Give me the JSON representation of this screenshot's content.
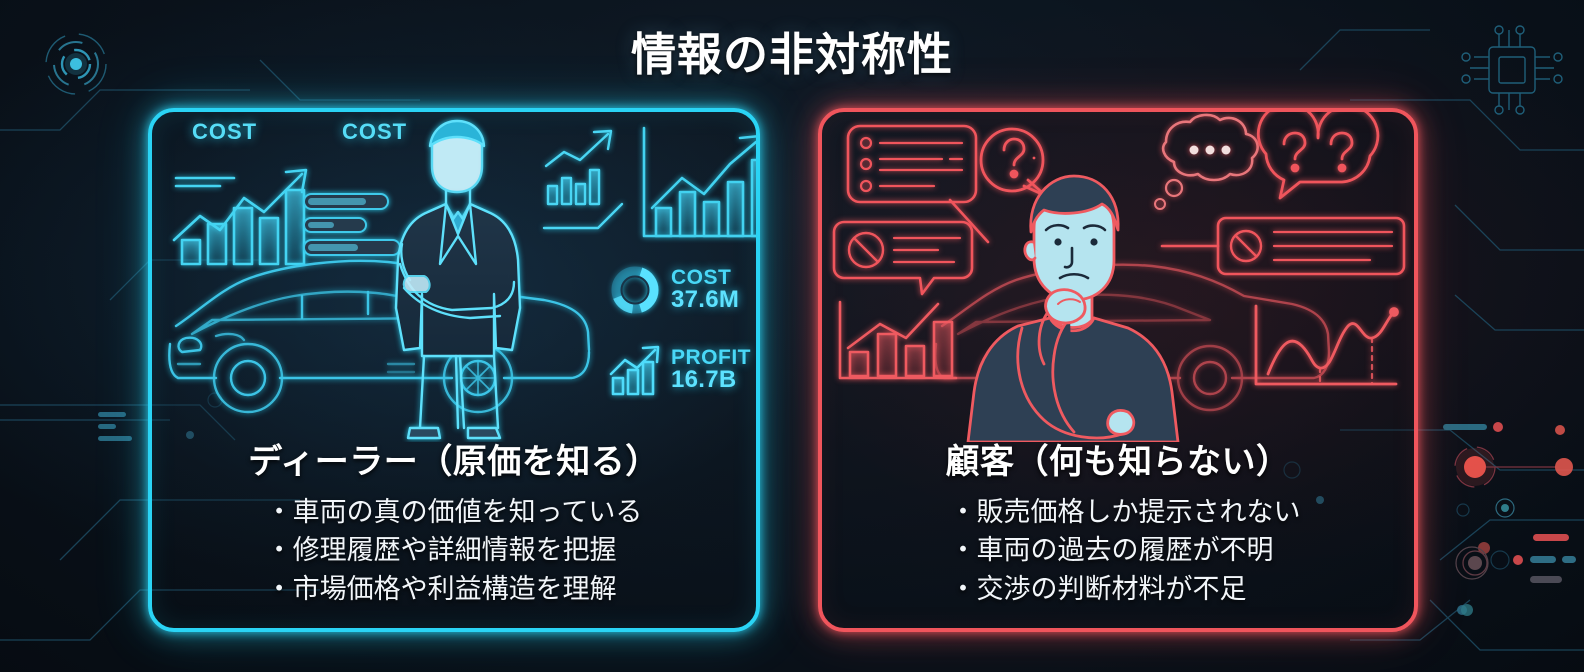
{
  "title": "情報の非対称性",
  "colors": {
    "background": "#0a121b",
    "dealer_accent": "#2ad4f5",
    "customer_accent": "#f0555c",
    "text": "#ffffff"
  },
  "panels": {
    "dealer": {
      "heading": "ディーラー（原価を知る）",
      "bullets": [
        "車両の真の価値を知っている",
        "修理履歴や詳細情報を把握",
        "市場価格や利益構造を理解"
      ],
      "cost_tag_left": "COST",
      "cost_tag_right": "COST",
      "kpis": [
        {
          "icon": "donut-chart-icon",
          "label": "COST",
          "value": "37.6M"
        },
        {
          "icon": "bar-growth-icon",
          "label": "PROFIT",
          "value": "16.7B"
        }
      ],
      "art": [
        "bar-chart-up-arrow-icon",
        "progress-bars-icon",
        "businessman-arms-crossed-icon",
        "car-outline-icon",
        "framed-bar-chart-icon",
        "small-bar-chart-arrow-icon"
      ]
    },
    "customer": {
      "heading": "顧客（何も知らない）",
      "bullets": [
        "販売価格しか提示されない",
        "車両の過去の履歴が不明",
        "交渉の判断材料が不足"
      ],
      "art": [
        "speech-bubble-list-icon",
        "question-mark-bubble-icon",
        "thought-bubble-ellipsis-icon",
        "double-question-bubble-icon",
        "blocked-info-panel-icon",
        "blocked-speech-bubble-icon",
        "confused-customer-icon",
        "car-outline-icon",
        "bar-chart-icon",
        "line-chart-dotted-icon"
      ]
    }
  },
  "background": {
    "elements": [
      "circuit-traces",
      "concentric-circle-node",
      "cpu-chip-icon",
      "circuit-node-dots",
      "data-bars"
    ]
  }
}
